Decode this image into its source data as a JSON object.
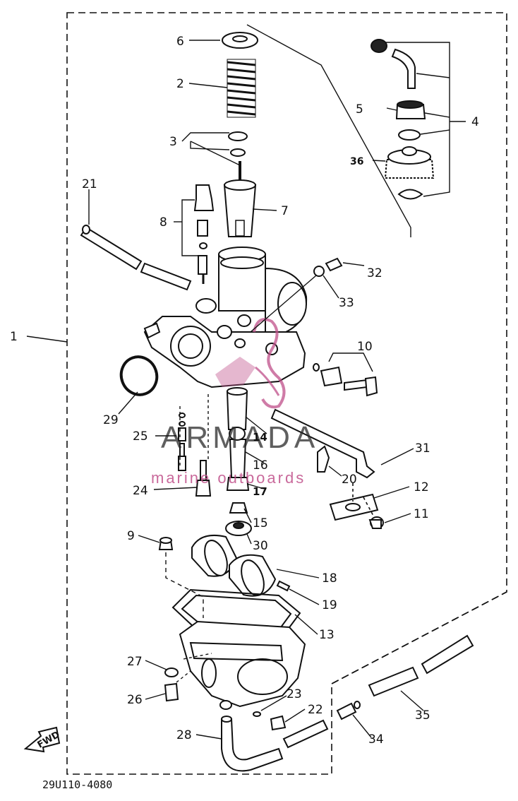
{
  "diagram": {
    "drawing_code": "29U110-4080",
    "direction_label": "FWD",
    "watermark": {
      "brand": "ARMADA",
      "tagline": "marine outboards",
      "accent_color": "#c0508a"
    },
    "callouts": [
      {
        "id": "1",
        "label": "1"
      },
      {
        "id": "2",
        "label": "2"
      },
      {
        "id": "3",
        "label": "3"
      },
      {
        "id": "4",
        "label": "4"
      },
      {
        "id": "5",
        "label": "5"
      },
      {
        "id": "6",
        "label": "6"
      },
      {
        "id": "7",
        "label": "7"
      },
      {
        "id": "8",
        "label": "8"
      },
      {
        "id": "9",
        "label": "9"
      },
      {
        "id": "10",
        "label": "10"
      },
      {
        "id": "11",
        "label": "11"
      },
      {
        "id": "12",
        "label": "12"
      },
      {
        "id": "13",
        "label": "13"
      },
      {
        "id": "14",
        "label": "14"
      },
      {
        "id": "15",
        "label": "15"
      },
      {
        "id": "16",
        "label": "16"
      },
      {
        "id": "17",
        "label": "17"
      },
      {
        "id": "18",
        "label": "18"
      },
      {
        "id": "19",
        "label": "19"
      },
      {
        "id": "20",
        "label": "20"
      },
      {
        "id": "21",
        "label": "21"
      },
      {
        "id": "22",
        "label": "22"
      },
      {
        "id": "23",
        "label": "23"
      },
      {
        "id": "24",
        "label": "24"
      },
      {
        "id": "25",
        "label": "25"
      },
      {
        "id": "26",
        "label": "26"
      },
      {
        "id": "27",
        "label": "27"
      },
      {
        "id": "28",
        "label": "28"
      },
      {
        "id": "29",
        "label": "29"
      },
      {
        "id": "30",
        "label": "30"
      },
      {
        "id": "31",
        "label": "31"
      },
      {
        "id": "32",
        "label": "32"
      },
      {
        "id": "33",
        "label": "33"
      },
      {
        "id": "34",
        "label": "34"
      },
      {
        "id": "35",
        "label": "35"
      },
      {
        "id": "36",
        "label": "36"
      }
    ]
  }
}
